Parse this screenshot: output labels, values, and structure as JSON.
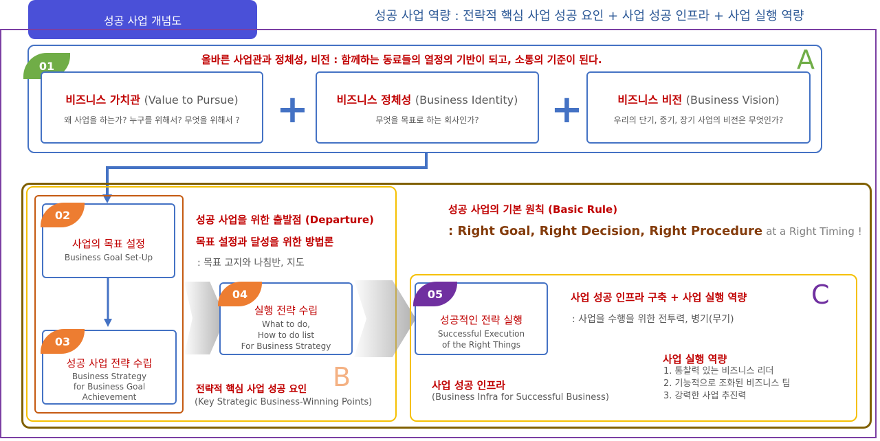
{
  "header": {
    "title_tab": "성공 사업 개념도",
    "headline": "성공 사업 역량 : 전략적 핵심 사업 성공 요인 + 사업 성공 인프라 + 사업  실행 역량"
  },
  "section_a": {
    "number": "01",
    "caption": "올바른 사업관과 정체성, 비전 : 함께하는 동료들의 열정의 기반이 되고, 소통의 기준이 된다.",
    "letter": "A",
    "cards": [
      {
        "title_ko": "비즈니스 가치관",
        "title_en": "(Value to Pursue)",
        "sub": "왜 사업을 하는가? 누구를 위해서? 무엇을 위해서 ?"
      },
      {
        "title_ko": "비즈니스 정체성",
        "title_en": "(Business Identity)",
        "sub": "무엇을 목표로 하는 회사인가?"
      },
      {
        "title_ko": "비즈니스 비전",
        "title_en": "(Business Vision)",
        "sub": "우리의 단기, 중기, 장기 사업의 비전은 무엇인가?"
      }
    ]
  },
  "section_b": {
    "letter": "B",
    "step02": {
      "number": "02",
      "title": "사업의 목표 설정",
      "sub": "Business Goal Set-Up"
    },
    "step03": {
      "number": "03",
      "title": "성공 사업 전략 수립",
      "sub_lines": [
        "Business Strategy",
        "for Business Goal",
        "Achievement"
      ]
    },
    "step04": {
      "number": "04",
      "title": "실행 전략 수립",
      "sub_lines": [
        "What to do,",
        "How to do list",
        "For Business Strategy"
      ]
    },
    "departure_line1": "성공 사업을 위한 출발점 (Departure)",
    "departure_line2": "목표 설정과 달성을 위한 방법론",
    "departure_line3": ": 목표 고지와 나침반, 지도",
    "footer_title": "전략적 핵심 사업 성공 요인",
    "footer_sub": "(Key Strategic Business-Winning Points)"
  },
  "basic_rule": {
    "title": "성공 사업의 기본 원칙 (Basic Rule)",
    "rule": ": Right Goal, Right Decision, Right Procedure",
    "suffix": "at a Right Timing !"
  },
  "section_c": {
    "letter": "C",
    "step05": {
      "number": "05",
      "title": "성공적인  전략 실행",
      "sub_lines": [
        "Successful  Execution",
        "of the Right Things"
      ]
    },
    "infra_title": "사업 성공 인프라 구축  + 사업 실행 역량",
    "infra_sub": ": 사업을 수행을 위한 전투력, 병기(무기)",
    "infra_label": "사업 성공 인프라",
    "infra_label_sub": "(Business Infra for Successful Business)",
    "capability_title": "사업 실행 역량",
    "capability_items": [
      "1. 통찰력 있는 비즈니스 리더",
      "2. 기능적으로 조화된 비즈니스 팀",
      "3. 강력한 사업 추진력"
    ]
  },
  "colors": {
    "accent_blue": "#4472c4",
    "title_tab": "#4a50d8",
    "frame_purple": "#7b3fa3",
    "frame_gold": "#f5c000",
    "frame_brown": "#806000",
    "text_red": "#c00000",
    "text_brown": "#843c0c",
    "tag_green": "#70ad47",
    "tag_orange": "#ed7d31",
    "tag_purple": "#7030a0"
  }
}
